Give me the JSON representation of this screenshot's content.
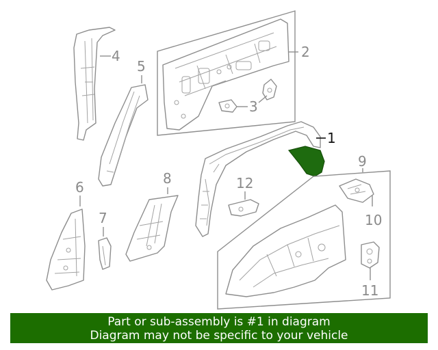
{
  "callouts": {
    "c1": "1",
    "c2": "2",
    "c3": "3",
    "c4": "4",
    "c5": "5",
    "c6": "6",
    "c7": "7",
    "c8": "8",
    "c9": "9",
    "c10": "10",
    "c11": "11",
    "c12": "12"
  },
  "highlighted_part": "1",
  "colors": {
    "highlight": "#1e6b0f",
    "banner": "#1c6e00",
    "banner_text": "#ffffff",
    "line": "#8d8d8d"
  },
  "banner": {
    "line1": "Part or sub-assembly is #1 in diagram",
    "line2": "Diagram may not be specific to your vehicle"
  }
}
